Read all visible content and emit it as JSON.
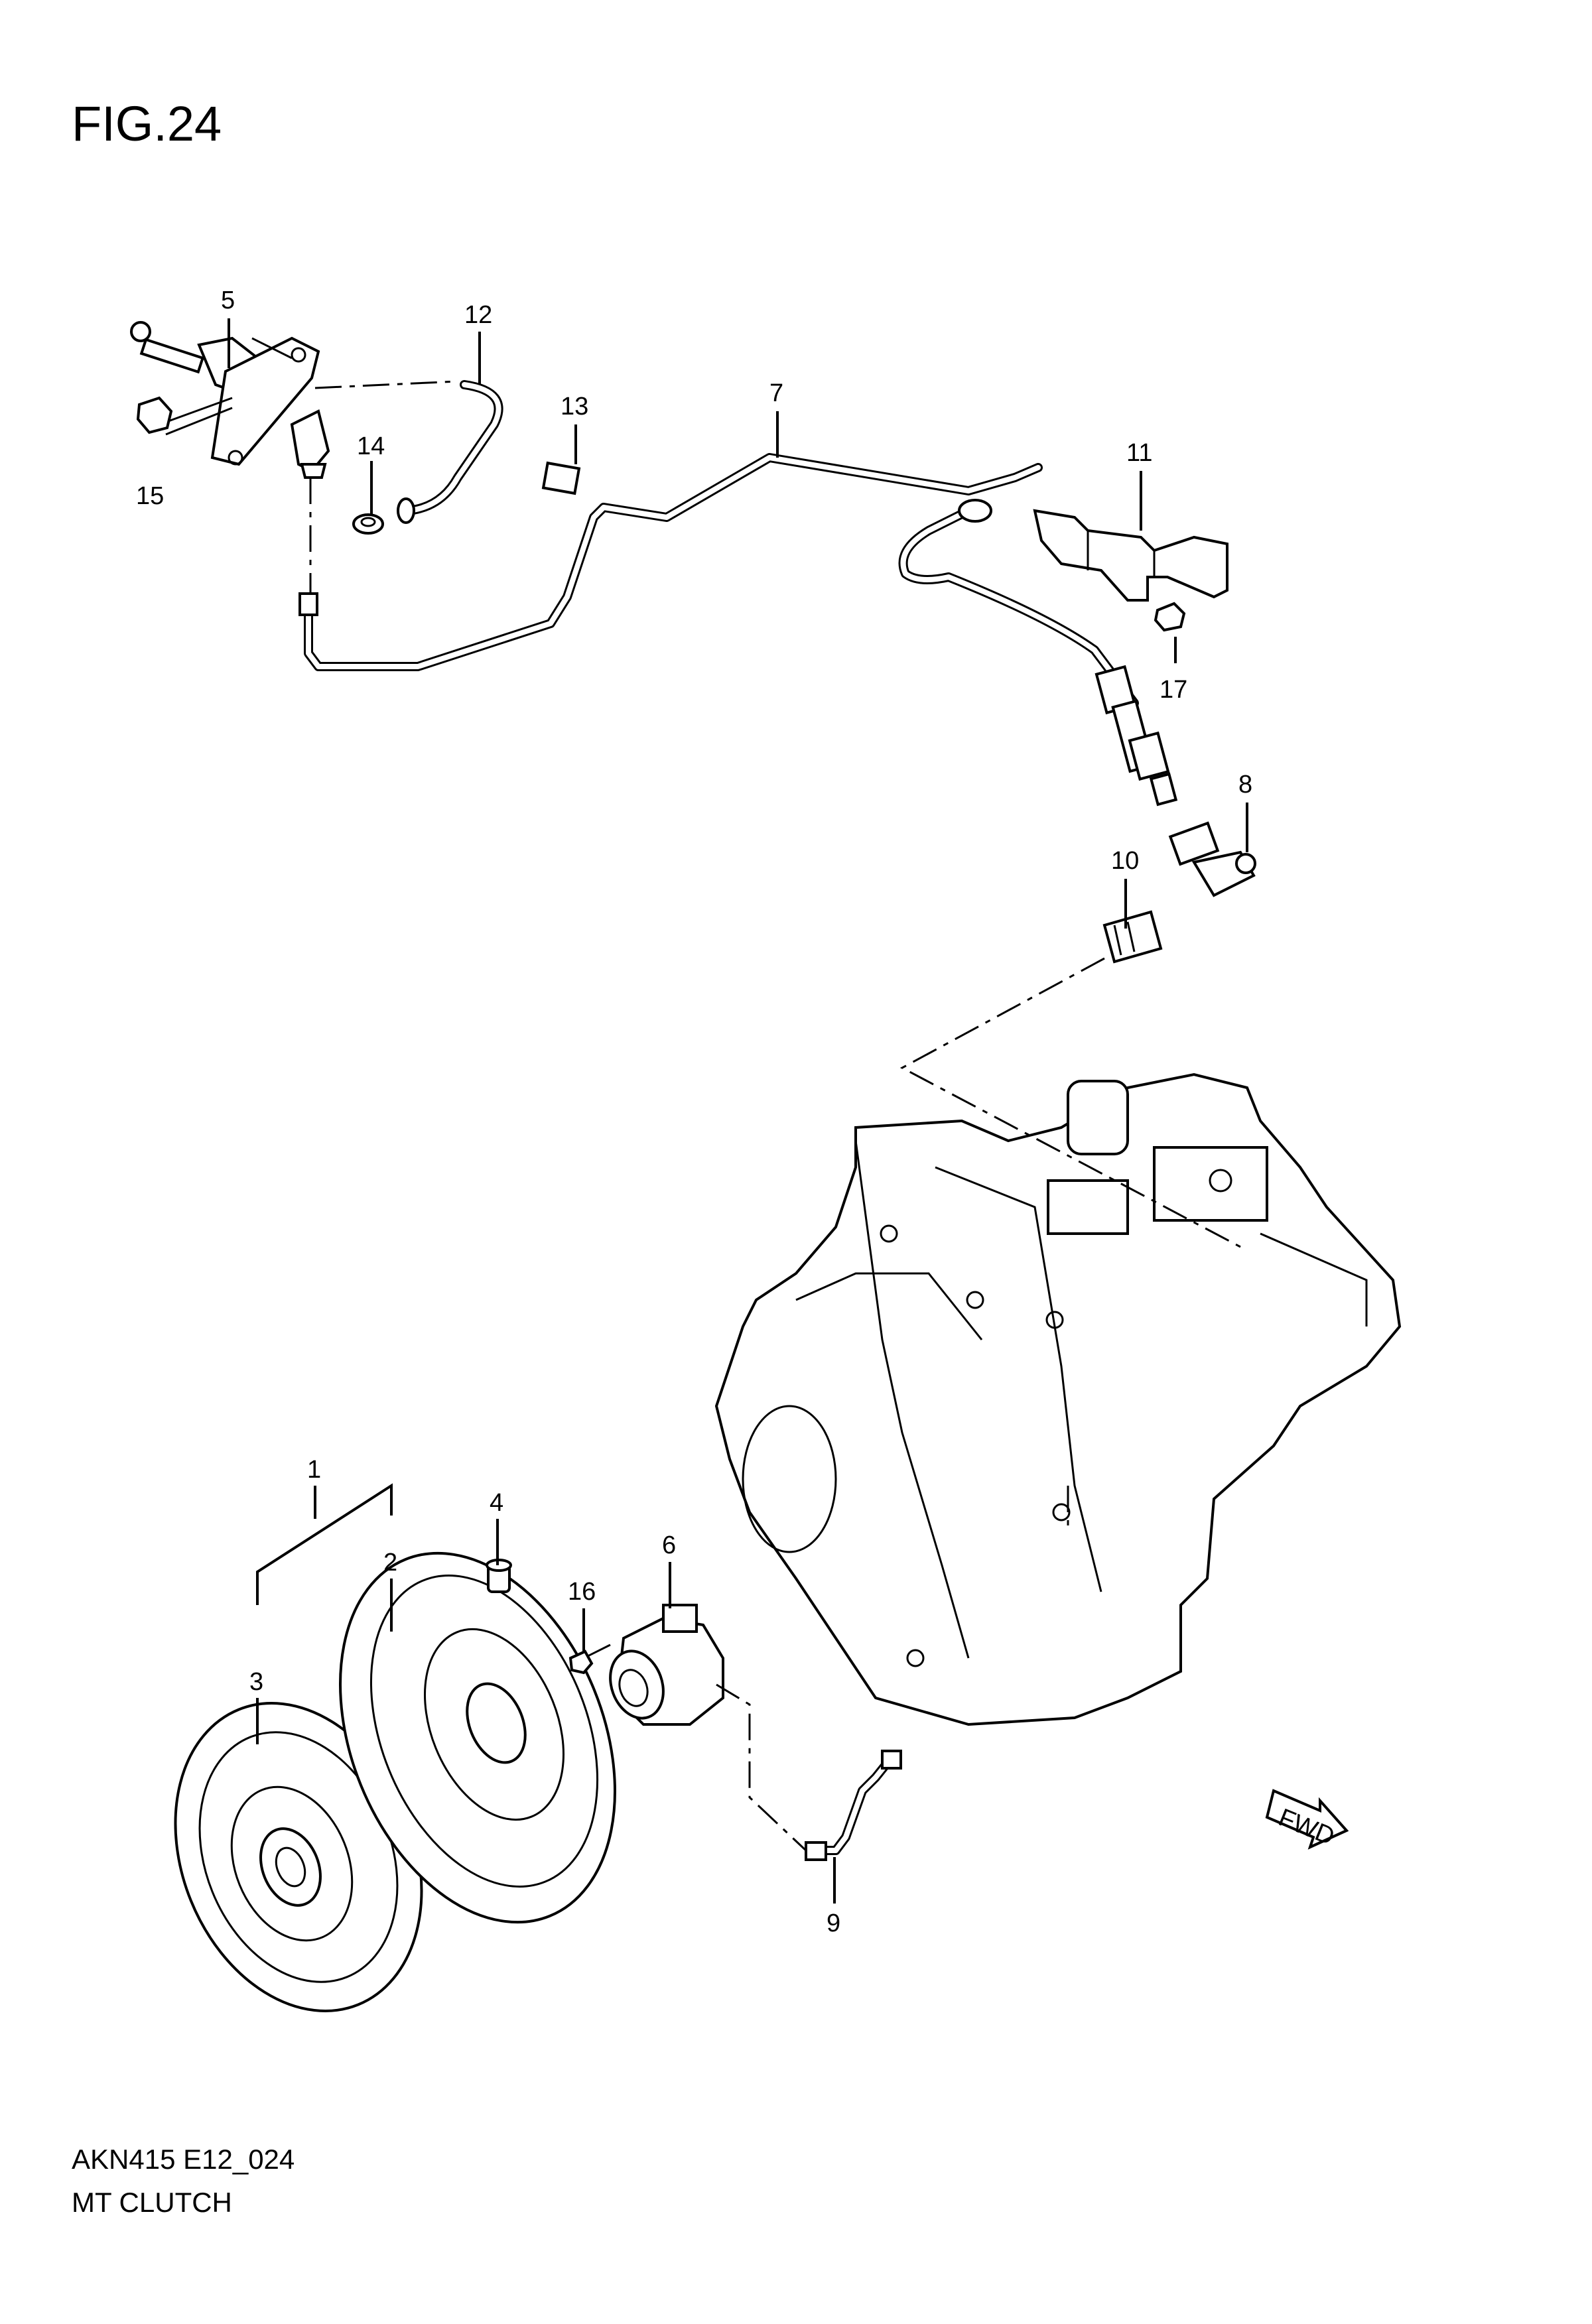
{
  "figure": {
    "title": "FIG.24"
  },
  "footer": {
    "code": "AKN415 E12_024",
    "name": "MT CLUTCH"
  },
  "callouts": {
    "c1": "1",
    "c2": "2",
    "c3": "3",
    "c4": "4",
    "c5": "5",
    "c6": "6",
    "c7": "7",
    "c8": "8",
    "c9": "9",
    "c10": "10",
    "c11": "11",
    "c12": "12",
    "c13": "13",
    "c14": "14",
    "c15": "15",
    "c16": "16",
    "c17": "17"
  },
  "fwd_marker": {
    "label": "FWD"
  }
}
